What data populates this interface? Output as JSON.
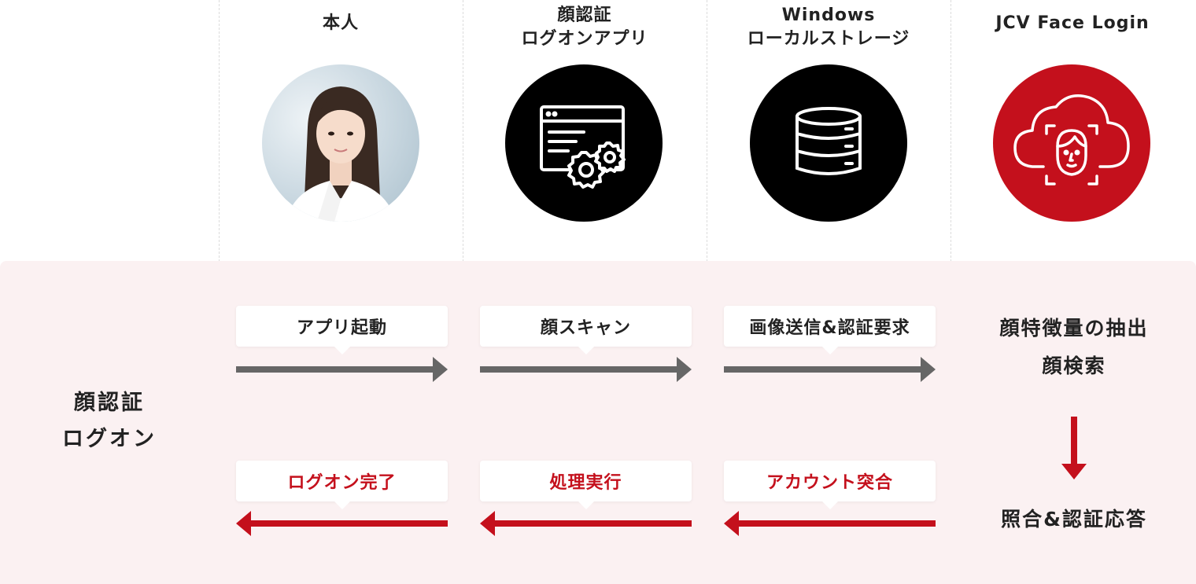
{
  "columns": [
    {
      "id": "person",
      "title_lines": [
        "本人"
      ]
    },
    {
      "id": "app",
      "title_lines": [
        "顔認証",
        "ログオンアプリ"
      ]
    },
    {
      "id": "storage",
      "title_lines": [
        "Windows",
        "ローカルストレージ"
      ]
    },
    {
      "id": "cloud",
      "title_lines": [
        "JCV Face Login"
      ]
    }
  ],
  "icons": {
    "person": "person-photo-icon",
    "app": "app-settings-icon",
    "storage": "database-icon",
    "cloud": "cloud-face-icon"
  },
  "row_label_lines": [
    "顔認証",
    "ログオン"
  ],
  "forward_steps": [
    "アプリ起動",
    "顔スキャン",
    "画像送信&認証要求"
  ],
  "return_steps": [
    "ログオン完了",
    "処理実行",
    "アカウント突合"
  ],
  "cloud_process": {
    "top_lines": [
      "顔特徴量の抽出",
      "顔検索"
    ],
    "bottom": "照合&認証応答"
  },
  "colors": {
    "accent_red": "#c4101c",
    "forward_arrow": "#666666",
    "band_background": "#fbf1f2",
    "icon_black": "#000000"
  }
}
